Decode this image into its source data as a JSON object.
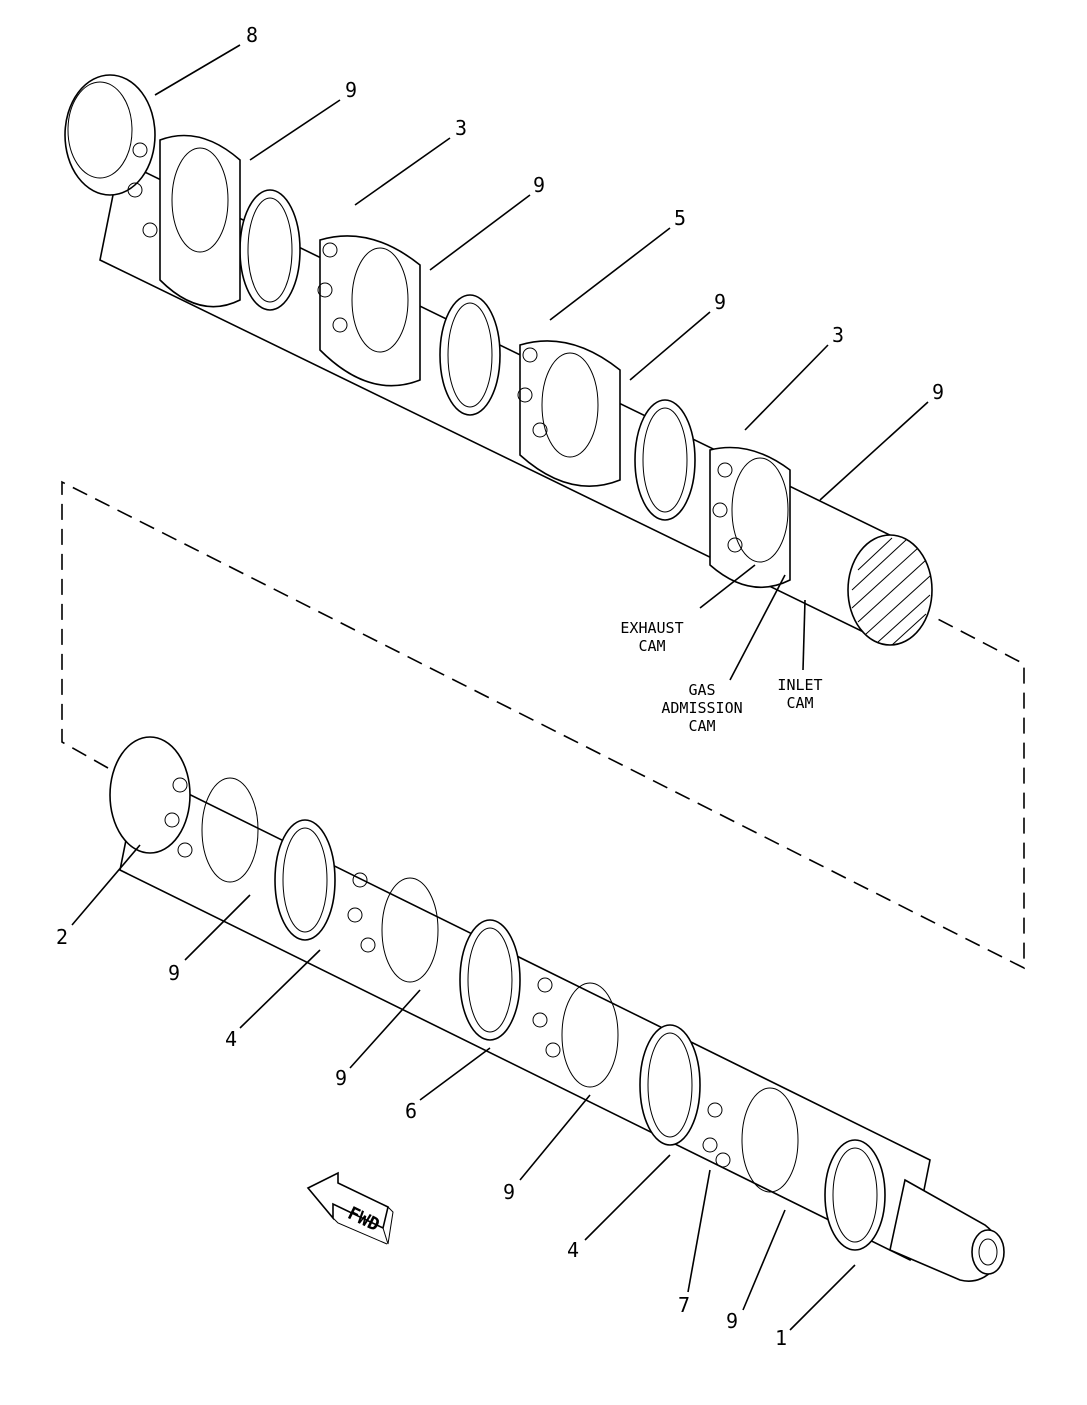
{
  "callouts": {
    "c8": "8",
    "c9a": "9",
    "c3a": "3",
    "c9b": "9",
    "c5": "5",
    "c9c": "9",
    "c3b": "3",
    "c9d": "9",
    "c2": "2",
    "c9e": "9",
    "c4a": "4",
    "c9f": "9",
    "c6": "6",
    "c9g": "9",
    "c4b": "4",
    "c7": "7",
    "c9h": "9",
    "c1": "1"
  },
  "notes": {
    "exhaust_cam": [
      "EXHAUST",
      "CAM"
    ],
    "gas_admission_cam": [
      "GAS",
      "ADMISSION",
      "CAM"
    ],
    "inlet_cam": [
      "INLET",
      "CAM"
    ]
  },
  "direction_arrow": {
    "label": "FWD"
  },
  "colors": {
    "line": "#000000",
    "background": "#ffffff"
  }
}
